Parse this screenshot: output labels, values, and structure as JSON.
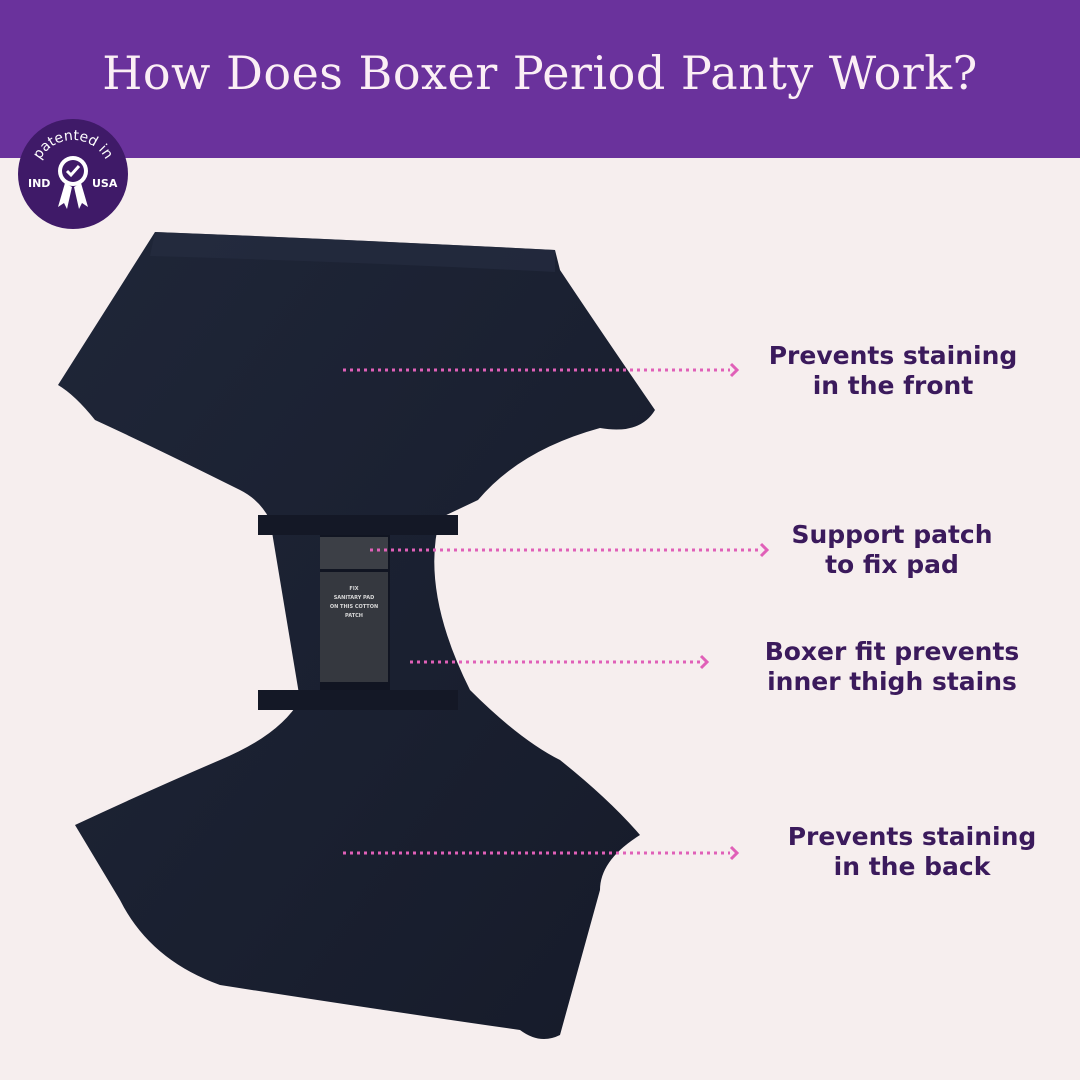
{
  "header": {
    "title": "How Does Boxer Period Panty Work?",
    "background": "#6a329c"
  },
  "badge": {
    "arc_text": "patented in",
    "left_text": "IND",
    "right_text": "USA",
    "icon": "award-ribbon-check-icon",
    "background": "#3f1a68"
  },
  "patch_label": {
    "lines": [
      "FIX",
      "SANITARY PAD",
      "ON THIS COTTON",
      "PATCH"
    ]
  },
  "callouts": [
    {
      "line1": "Prevents staining",
      "line2": "in the front"
    },
    {
      "line1": "Support patch",
      "line2": "to fix pad"
    },
    {
      "line1": "Boxer fit prevents",
      "line2": "inner thigh stains"
    },
    {
      "line1": "Prevents staining",
      "line2": "in the back"
    }
  ],
  "colors": {
    "background": "#f6eeee",
    "label_text": "#3b1a5c",
    "arrow": "#e060b8",
    "garment": "#1c2233"
  }
}
